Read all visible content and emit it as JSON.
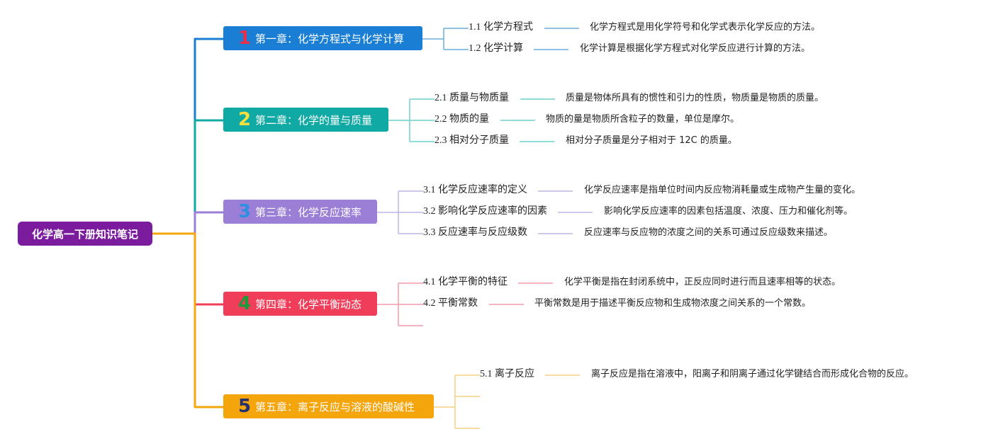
{
  "root": {
    "label": "化学高一下册知识笔记",
    "color": "#7b1c9e"
  },
  "chapters": [
    {
      "num": "1",
      "label": "第一章：化学方程式与化学计算",
      "color": "#1a7fd4",
      "num_color": "#e8304a",
      "line_color": "#6aaedc",
      "items": [
        {
          "title": "1.1 化学方程式",
          "desc": "化学方程式是用化学符号和化学式表示化学反应的方法。"
        },
        {
          "title": "1.2 化学计算",
          "desc": "化学计算是根据化学方程式对化学反应进行计算的方法。"
        }
      ]
    },
    {
      "num": "2",
      "label": "第二章：化学的量与质量",
      "color": "#10a9a4",
      "num_color": "#f6df3b",
      "line_color": "#6cd0cc",
      "items": [
        {
          "title": "2.1 质量与物质量",
          "desc": "质量是物体所具有的惯性和引力的性质，物质量是物质的质量。"
        },
        {
          "title": "2.2 物质的量",
          "desc": "物质的量是物质所含粒子的数量，单位是摩尔。"
        },
        {
          "title": "2.3 相对分子质量",
          "desc": "相对分子质量是分子相对于 12C 的质量。"
        }
      ]
    },
    {
      "num": "3",
      "label": "第三章：化学反应速率",
      "color": "#9b7fd6",
      "num_color": "#2e8fe0",
      "line_color": "#c2b3e6",
      "items": [
        {
          "title": "3.1 化学反应速率的定义",
          "desc": "化学反应速率是指单位时间内反应物消耗量或生成物产生量的变化。"
        },
        {
          "title": "3.2 影响化学反应速率的因素",
          "desc": "影响化学反应速率的因素包括温度、浓度、压力和催化剂等。"
        },
        {
          "title": "3.3 反应速率与反应级数",
          "desc": "反应速率与反应物的浓度之间的关系可通过反应级数来描述。"
        }
      ]
    },
    {
      "num": "4",
      "label": "第四章：化学平衡动态",
      "color": "#ef3d5a",
      "num_color": "#1f9a3a",
      "line_color": "#f49aaa",
      "items": [
        {
          "title": "4.1 化学平衡的特征",
          "desc": "化学平衡是指在封闭系统中，正反应同时进行而且速率相等的状态。"
        },
        {
          "title": "4.2 平衡常数",
          "desc": "平衡常数是用于描述平衡反应物和生成物浓度之间关系的一个常数。"
        }
      ],
      "extra_branches": 1
    },
    {
      "num": "5",
      "label": "第五章：离子反应与溶液的酸碱性",
      "color": "#f5a50c",
      "num_color": "#25306e",
      "line_color": "#f6cf7e",
      "items": [
        {
          "title": "5.1 离子反应",
          "desc": "离子反应是指在溶液中，阳离子和阴离子通过化学键结合而形成化合物的反应。"
        }
      ],
      "extra_branches": 2
    }
  ]
}
